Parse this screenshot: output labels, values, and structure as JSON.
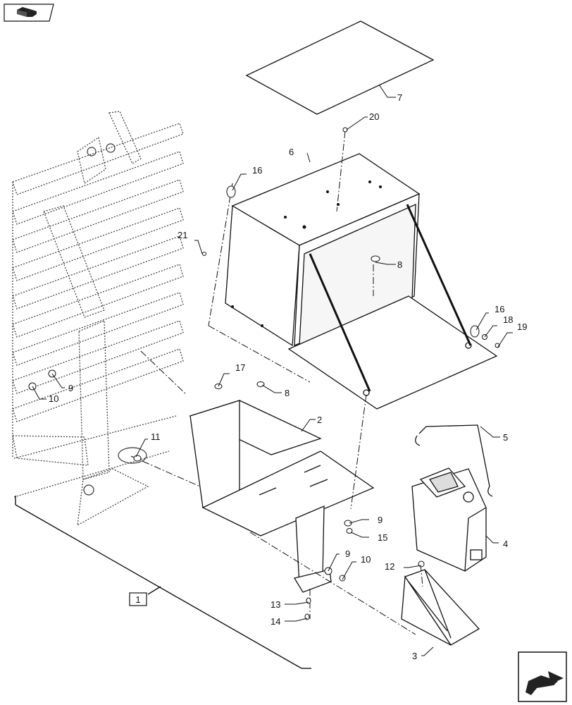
{
  "nav": {
    "top_left_icon": "book-arrow-icon",
    "bottom_right_icon": "next-arrow-icon"
  },
  "callouts": {
    "p1": "1",
    "p2": "2",
    "p3": "3",
    "p4": "4",
    "p5": "5",
    "p6": "6",
    "p7": "7",
    "p8a": "8",
    "p8b": "8",
    "p9a": "9",
    "p9b": "9",
    "p9c": "9",
    "p10a": "10",
    "p10b": "10",
    "p11": "11",
    "p12": "12",
    "p13": "13",
    "p14": "14",
    "p15": "15",
    "p16a": "16",
    "p16b": "16",
    "p17": "17",
    "p18": "18",
    "p19": "19",
    "p20": "20",
    "p21": "21"
  }
}
